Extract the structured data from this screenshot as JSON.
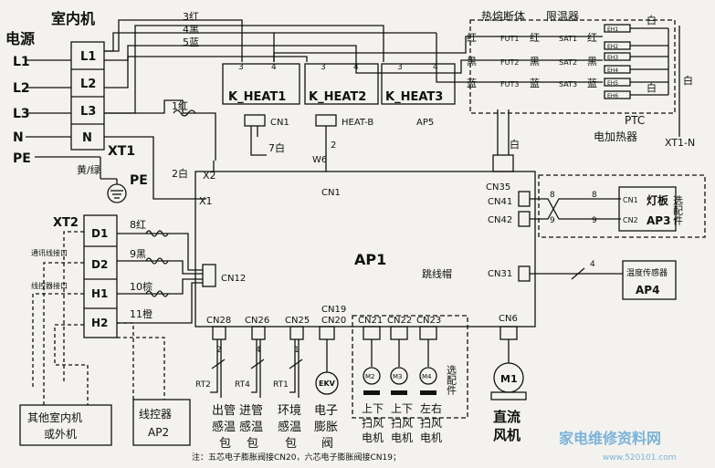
{
  "indoor_unit": "室内机",
  "power": {
    "title": "电源",
    "terminals": [
      "L1",
      "L2",
      "L3",
      "N",
      "PE"
    ]
  },
  "xt1": {
    "terminals": [
      "L1",
      "L2",
      "L3",
      "N"
    ],
    "label": "XT1"
  },
  "earth": {
    "wire": "黄/绿",
    "label": "PE"
  },
  "top_wires": [
    "3红",
    "4黑",
    "5蓝"
  ],
  "wire_1red": "1红",
  "wire_2white": "2白",
  "x_labels": [
    "X2",
    "X1"
  ],
  "heaters": {
    "relays": [
      "K_HEAT1",
      "K_HEAT2",
      "K_HEAT3"
    ],
    "pins": [
      "3",
      "4"
    ],
    "board": "AP5",
    "cn1": "CN1",
    "heatb": "HEAT-B",
    "wire7": "7白"
  },
  "fuse_title": "热熔断体",
  "limiter_title": "限温器",
  "fuse_rows": [
    {
      "color": "红",
      "fuse": "FUT1",
      "sat": "SAT1"
    },
    {
      "color": "黑",
      "fuse": "FUT2",
      "sat": "SAT2"
    },
    {
      "color": "蓝",
      "fuse": "FUT3",
      "sat": "SAT3"
    }
  ],
  "pin1": "1",
  "pin2": "2",
  "eh": [
    "EH1",
    "EH2",
    "EH3",
    "EH4",
    "EH5",
    "EH6"
  ],
  "white": "白",
  "ptc": [
    "PTC",
    "电加热器"
  ],
  "xt1n": "XT1-N",
  "w6": {
    "label": "W6",
    "num": "2",
    "cn": "CN1"
  },
  "ap1": {
    "label": "AP1",
    "jumper": "跳线帽",
    "cn35": "CN35",
    "cn41": "CN41",
    "cn42": "CN42",
    "cn31": "CN31",
    "cn12": "CN12",
    "cn19": "CN19",
    "cn20": "CN20"
  },
  "ap3": {
    "cn1": "CN1",
    "cn2": "CN2",
    "label": "灯板",
    "ap": "AP3",
    "option": "选配件",
    "w8": "8",
    "w9": "9"
  },
  "ap4": {
    "label": "温度传感器",
    "ap": "AP4",
    "w4": "4"
  },
  "xt2": {
    "label": "XT2",
    "terminals": [
      "D1",
      "D2",
      "H1",
      "H2"
    ],
    "comm": "通讯线接口",
    "ctrl": "线控器接口"
  },
  "xt2_wires": [
    "8红",
    "9黑",
    "10棕",
    "11橙"
  ],
  "bottom_conn": [
    "CN28",
    "CN26",
    "CN25",
    "CN21",
    "CN22",
    "CN23",
    "CN6"
  ],
  "conn_pins": [
    "2",
    "4",
    "1"
  ],
  "sensors": [
    "RT2",
    "RT4",
    "RT1"
  ],
  "ekv": "EKV",
  "motors": [
    "M2",
    "M3",
    "M4",
    "M1"
  ],
  "captions": [
    {
      "l1": "出管",
      "l2": "感温",
      "l3": "包"
    },
    {
      "l1": "进管",
      "l2": "感温",
      "l3": "包"
    },
    {
      "l1": "环境",
      "l2": "感温",
      "l3": "包"
    },
    {
      "l1": "电子",
      "l2": "膨胀",
      "l3": "阀"
    }
  ],
  "swing": [
    {
      "l1": "上下",
      "l2": "扫风",
      "l3": "电机"
    },
    {
      "l1": "上下",
      "l2": "扫风",
      "l3": "电机"
    },
    {
      "l1": "左右",
      "l2": "扫风",
      "l3": "电机"
    }
  ],
  "swing_option": "选配件",
  "dc_fan": {
    "l1": "直流",
    "l2": "风机"
  },
  "other_unit": {
    "l1": "其他室内机",
    "l2": "或外机"
  },
  "controller": {
    "l1": "线控器",
    "l2": "AP2"
  },
  "note": "注：五芯电子膨胀阀接CN20，六芯电子膨胀阀接CN19；",
  "watermark": {
    "main": "家电维修资料网",
    "sub": "www.520101.com"
  }
}
